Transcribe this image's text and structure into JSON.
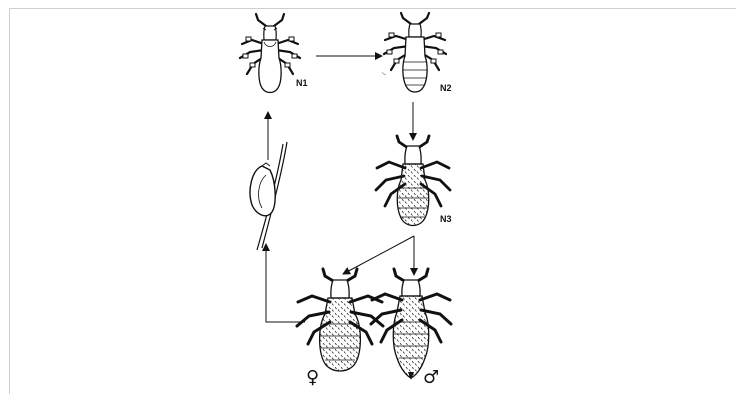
{
  "stages": {
    "n1": "N1",
    "n2": "N2",
    "n3": "N3",
    "female": "♀",
    "male": "♂"
  },
  "icons": [
    "nymph-n1-icon",
    "nymph-n2-icon",
    "nymph-n3-icon",
    "female-louse-icon",
    "male-louse-icon",
    "egg-on-hair-icon"
  ]
}
